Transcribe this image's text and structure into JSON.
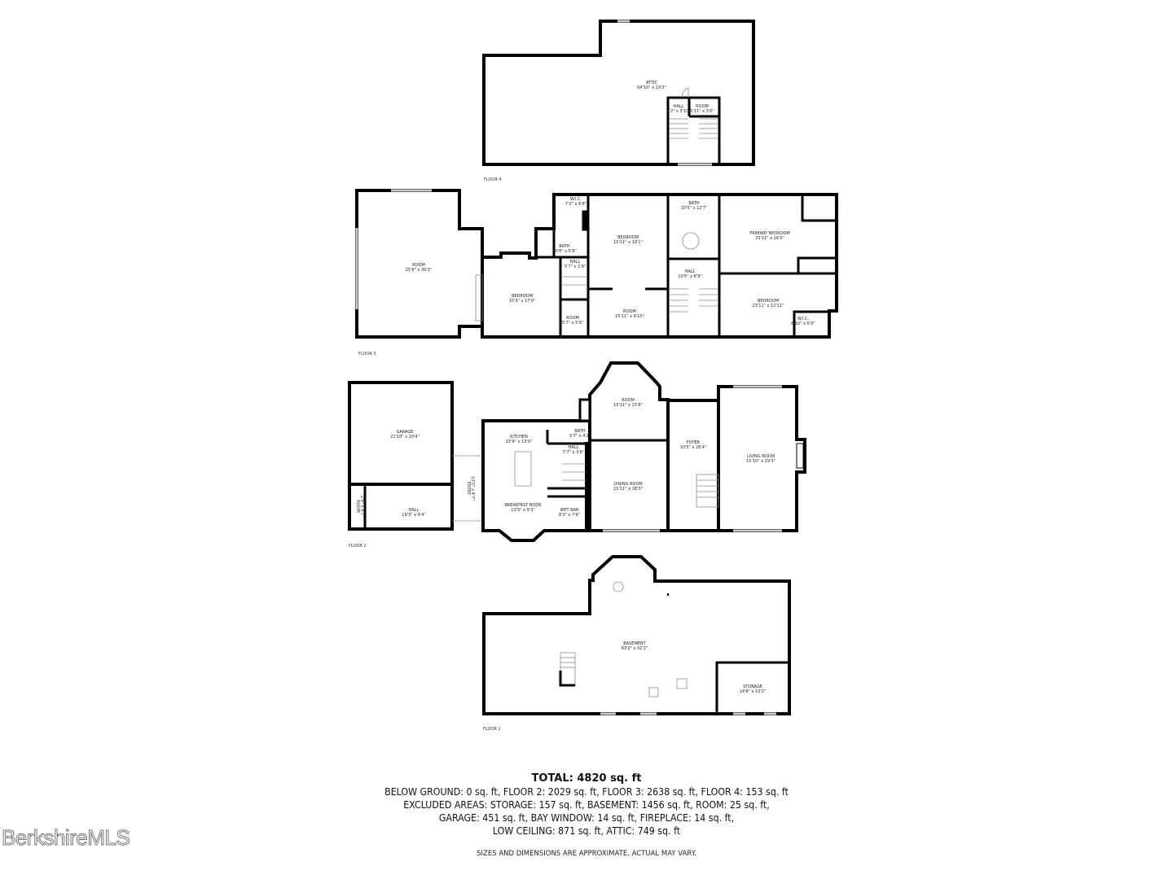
{
  "floors": {
    "floor4": {
      "label": "FLOOR 4",
      "rooms": [
        {
          "name": "ATTIC",
          "dim": "64'10\" x 29'3\""
        },
        {
          "name": "HALL",
          "dim": "4'2\" x 3'10\""
        },
        {
          "name": "ROOM",
          "dim": "5'11\" x 3'6\""
        }
      ]
    },
    "floor3": {
      "label": "FLOOR 3",
      "rooms": [
        {
          "name": "ROOM",
          "dim": "25'8\" x 30'2\""
        },
        {
          "name": "W.I.C.",
          "dim": "7'0\" x 6'8\""
        },
        {
          "name": "BATH",
          "dim": "10'8\" x 5'9\""
        },
        {
          "name": "HALL",
          "dim": "5'7\" x 1'9\""
        },
        {
          "name": "BEDROOM",
          "dim": "15'11\" x 19'1\""
        },
        {
          "name": "BEDROOM",
          "dim": "15'9\" x 17'0\""
        },
        {
          "name": "ROOM",
          "dim": "5'7\" x 5'9\""
        },
        {
          "name": "ROOM",
          "dim": "15'11\" x 9'10\""
        },
        {
          "name": "BATH",
          "dim": "10'5\" x 12'7\""
        },
        {
          "name": "PRIMARY BEDROOM",
          "dim": "23'11\" x 16'0\""
        },
        {
          "name": "HALL",
          "dim": "10'5\" x 6'9\""
        },
        {
          "name": "BEDROOM",
          "dim": "23'11\" x 12'11\""
        },
        {
          "name": "W.I.C.",
          "dim": "6'10\" x 5'0\""
        }
      ]
    },
    "floor2": {
      "label": "FLOOR 2",
      "rooms": [
        {
          "name": "GARAGE",
          "dim": "21'10\" x 20'4\""
        },
        {
          "name": "ROOM",
          "dim": "2'4\" x 4'7\""
        },
        {
          "name": "HALL",
          "dim": "19'3\" x 9'4\""
        },
        {
          "name": "ENTRY",
          "dim": "13'2\" x 4'7\""
        },
        {
          "name": "KITCHEN",
          "dim": "15'9\" x 13'0\""
        },
        {
          "name": "BATH",
          "dim": "3'7\" x 4'2\""
        },
        {
          "name": "HALL",
          "dim": "5'7\" x 3'6\""
        },
        {
          "name": "BREAKFAST NOOK",
          "dim": "13'9\" x 9'3\""
        },
        {
          "name": "WET BAR",
          "dim": "8'0\" x 7'6\""
        },
        {
          "name": "ROOM",
          "dim": "15'11\" x 15'8\""
        },
        {
          "name": "DINING ROOM",
          "dim": "15'11\" x 18'3\""
        },
        {
          "name": "FOYER",
          "dim": "10'5\" x 26'4\""
        },
        {
          "name": "LIVING ROOM",
          "dim": "15'10\" x 29'3\""
        }
      ]
    },
    "floor1": {
      "label": "FLOOR 1",
      "rooms": [
        {
          "name": "BASEMENT",
          "dim": "63'2\" x 32'2\""
        },
        {
          "name": "STORAGE",
          "dim": "14'8\" x 10'2\""
        }
      ]
    }
  },
  "summary": {
    "total": "TOTAL: 4820 sq. ft",
    "lines": [
      "BELOW GROUND: 0 sq. ft, FLOOR 2: 2029 sq. ft, FLOOR 3: 2638 sq. ft, FLOOR 4: 153 sq. ft",
      "EXCLUDED AREAS: STORAGE: 157 sq. ft, BASEMENT: 1456 sq. ft, ROOM: 25 sq. ft,",
      "GARAGE: 451 sq. ft, BAY WINDOW: 14 sq. ft, FIREPLACE: 14 sq. ft,",
      "LOW CEILING: 871 sq. ft, ATTIC: 749 sq. ft"
    ],
    "disclaimer": "SIZES AND DIMENSIONS ARE APPROXIMATE, ACTUAL MAY VARY."
  },
  "logo": "BerkshireMLS"
}
